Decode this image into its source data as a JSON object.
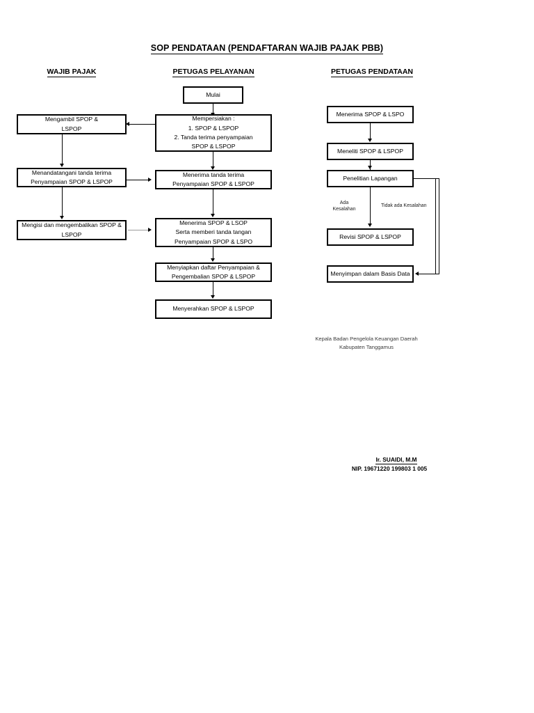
{
  "document": {
    "title": "SOP PENDATAAN  (PENDAFTARAN WAJIB PAJAK PBB)"
  },
  "columns": [
    {
      "key": "wajib_pajak",
      "header": "WAJIB PAJAK "
    },
    {
      "key": "petugas_pelayanan",
      "header": "PETUGAS PELAYANAN"
    },
    {
      "key": "petugas_pendataan",
      "header": "PETUGAS PENDATAAN"
    }
  ],
  "nodes": {
    "mulai": {
      "lines": [
        "Mulai"
      ]
    },
    "mempersiapkan": {
      "lines": [
        "Mempersiakan :",
        "1. SPOP & LSPOP",
        "2. Tanda terima penyampaian",
        "SPOP & LSPOP"
      ]
    },
    "mengambil": {
      "lines": [
        "Mengambil SPOP &",
        "LSPOP"
      ]
    },
    "menandatangani": {
      "lines": [
        "Menandatangani tanda terima",
        "Penyampaian SPOP & LSPOP"
      ]
    },
    "mengisi": {
      "lines": [
        "Mengisi dan mengembalikan SPOP &",
        "LSPOP"
      ]
    },
    "menerima_tanda": {
      "lines": [
        "Menerima tanda terima",
        "Penyampaian SPOP & LSPOP"
      ]
    },
    "menerima_serta": {
      "lines": [
        "Menerima SPOP & LSOP",
        "Serta memberi tanda tangan",
        "Penyampaian SPOP & LSPO"
      ]
    },
    "menyiapkan": {
      "lines": [
        "Menyiapkan daftar Penyampaian &",
        "Pengembalian SPOP & LSPOP"
      ]
    },
    "menyerahkan": {
      "lines": [
        "Menyerahkan SPOP & LSPOP"
      ]
    },
    "menerima_lspo": {
      "lines": [
        "Menerima SPOP & LSPO"
      ]
    },
    "meneliti": {
      "lines": [
        "Meneliti SPOP & LSPOP"
      ]
    },
    "penelitian": {
      "lines": [
        "Penelitian Lapangan"
      ]
    },
    "revisi": {
      "lines": [
        "Revisi SPOP & LSPOP"
      ]
    },
    "menyimpan": {
      "lines": [
        "Menyimpan dalam Basis Data"
      ]
    }
  },
  "branch_labels": {
    "ada_kesalahan": "Ada\nKesalahan",
    "tidak_ada_kesalahan": "Tidak ada Kesalahan"
  },
  "signature": {
    "line1": "Kepala Badan Pengelola Keuangan Daerah",
    "line2": "Kabupaten Tanggamus",
    "name": "Ir. SUAIDI, M.M",
    "nip": "NIP. 19671220 199803 1 005"
  },
  "colors": {
    "ink": "#000000",
    "paper": "#ffffff",
    "faint_connector": "#9b9b9b"
  }
}
